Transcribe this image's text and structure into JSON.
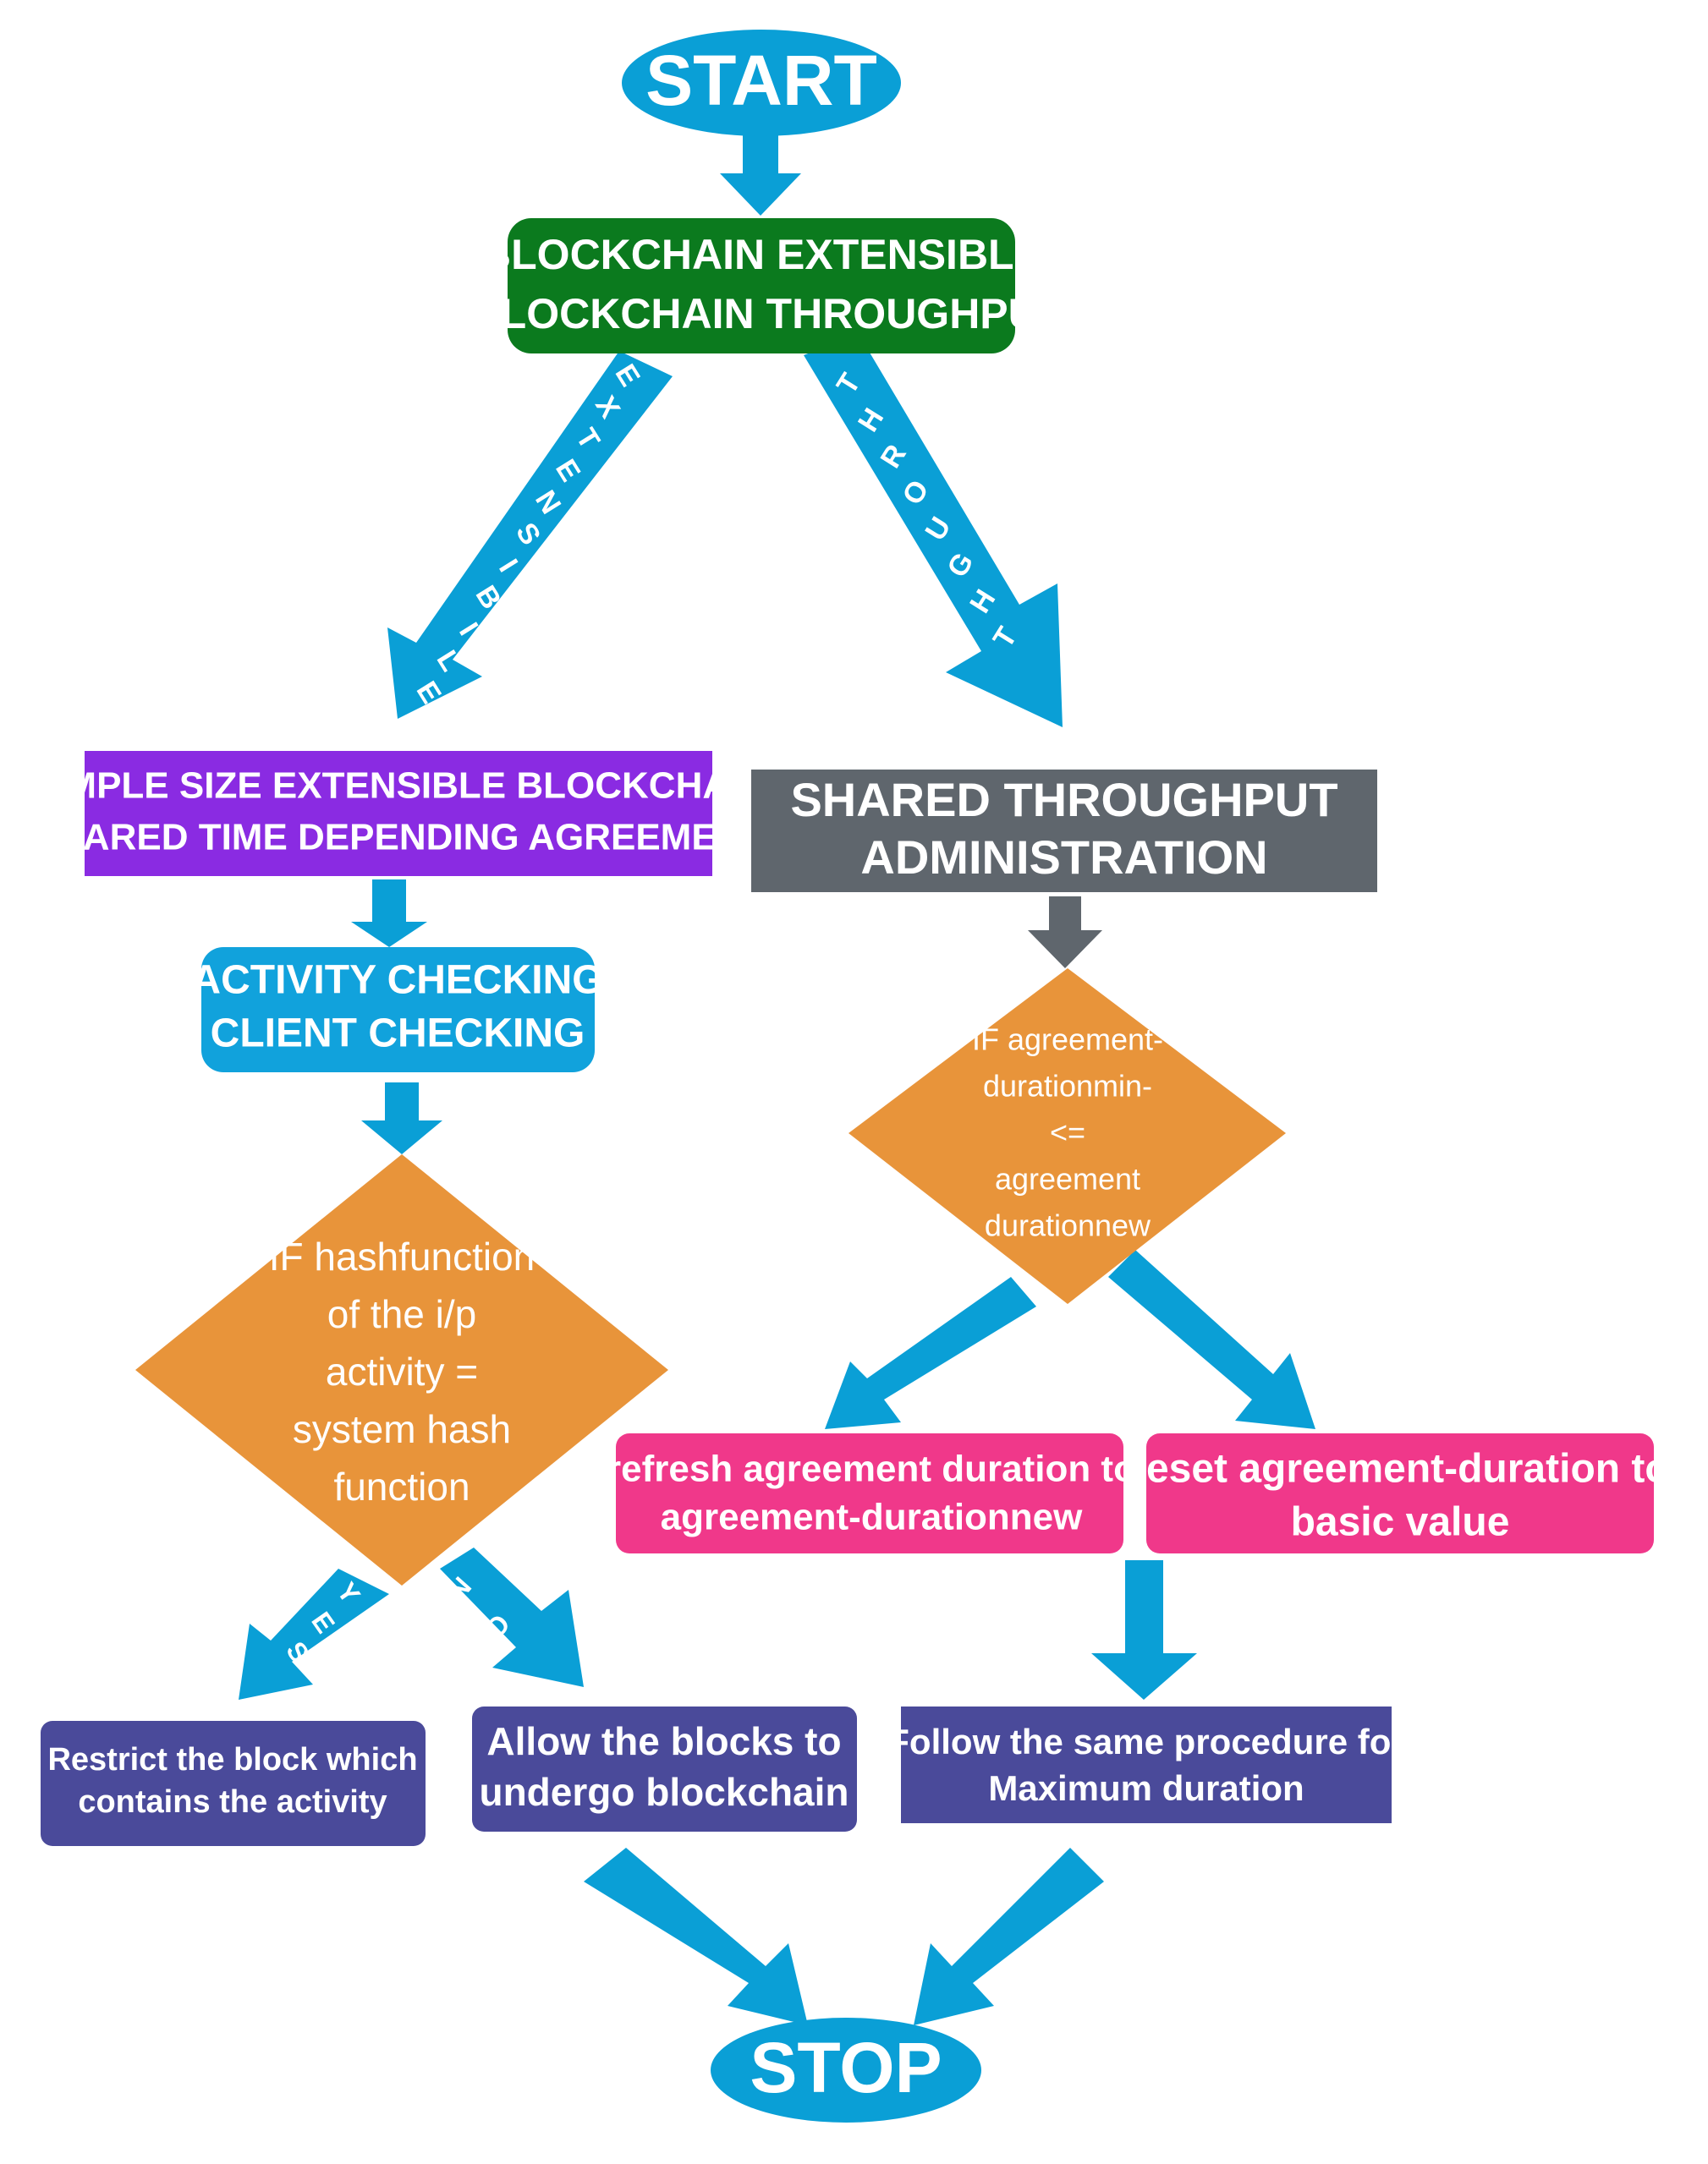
{
  "colors": {
    "terminal": "#0a9fd6",
    "arrow": "#0a9fd6",
    "green": "#0b7a1e",
    "purple": "#8a2be2",
    "slate": "#5f666d",
    "cyan_box": "#11a2dc",
    "orange": "#e8943a",
    "pink": "#f0388a",
    "indigo": "#4a4a9a",
    "white": "#ffffff"
  },
  "start": {
    "label": "START"
  },
  "stop": {
    "label": "STOP"
  },
  "blockchain_node": {
    "line1": "BLOCKCHAIN EXTENSIBLE",
    "line2": "/BLOCKCHAIN THROUGHPUT"
  },
  "branch_labels": {
    "left": [
      "E",
      "X",
      "T",
      "E",
      "N",
      "S",
      "I",
      "B",
      "I",
      "L",
      "E"
    ],
    "right": [
      "T",
      "H",
      "R",
      "O",
      "U",
      "G",
      "H",
      "T"
    ]
  },
  "simple_size_node": {
    "line1": "SIMPLE SIZE EXTENSIBLE BLOCKCHAIN",
    "line2": "SHARED TIME DEPENDING AGREEMENT"
  },
  "shared_throughput_node": {
    "line1": "SHARED THROUGHPUT",
    "line2": "ADMINISTRATION"
  },
  "activity_node": {
    "line1": "ACTIVITY CHECKING",
    "line2": "CLIENT CHECKING"
  },
  "hash_decision": {
    "lines": [
      "IF hashfunction",
      "of the i/p",
      "activity =",
      "system hash",
      "function"
    ]
  },
  "agreement_decision": {
    "lines": [
      "IF agreement-",
      "durationmin-",
      "<=",
      "agreement",
      "durationnew"
    ]
  },
  "yes_label": [
    "Y",
    "E",
    "S"
  ],
  "no_label": [
    "N",
    "O"
  ],
  "refresh_node": {
    "line1": "refresh agreement duration to",
    "line2": "agreement-durationnew"
  },
  "reset_node": {
    "line1": "reset agreement-duration to",
    "line2": "basic value"
  },
  "restrict_node": {
    "line1": "Restrict the block which",
    "line2": "contains the activity"
  },
  "allow_node": {
    "line1": "Allow the blocks to",
    "line2": "undergo blockchain"
  },
  "follow_node": {
    "line1": "Follow the same procedure for",
    "line2": "Maximum duration"
  }
}
